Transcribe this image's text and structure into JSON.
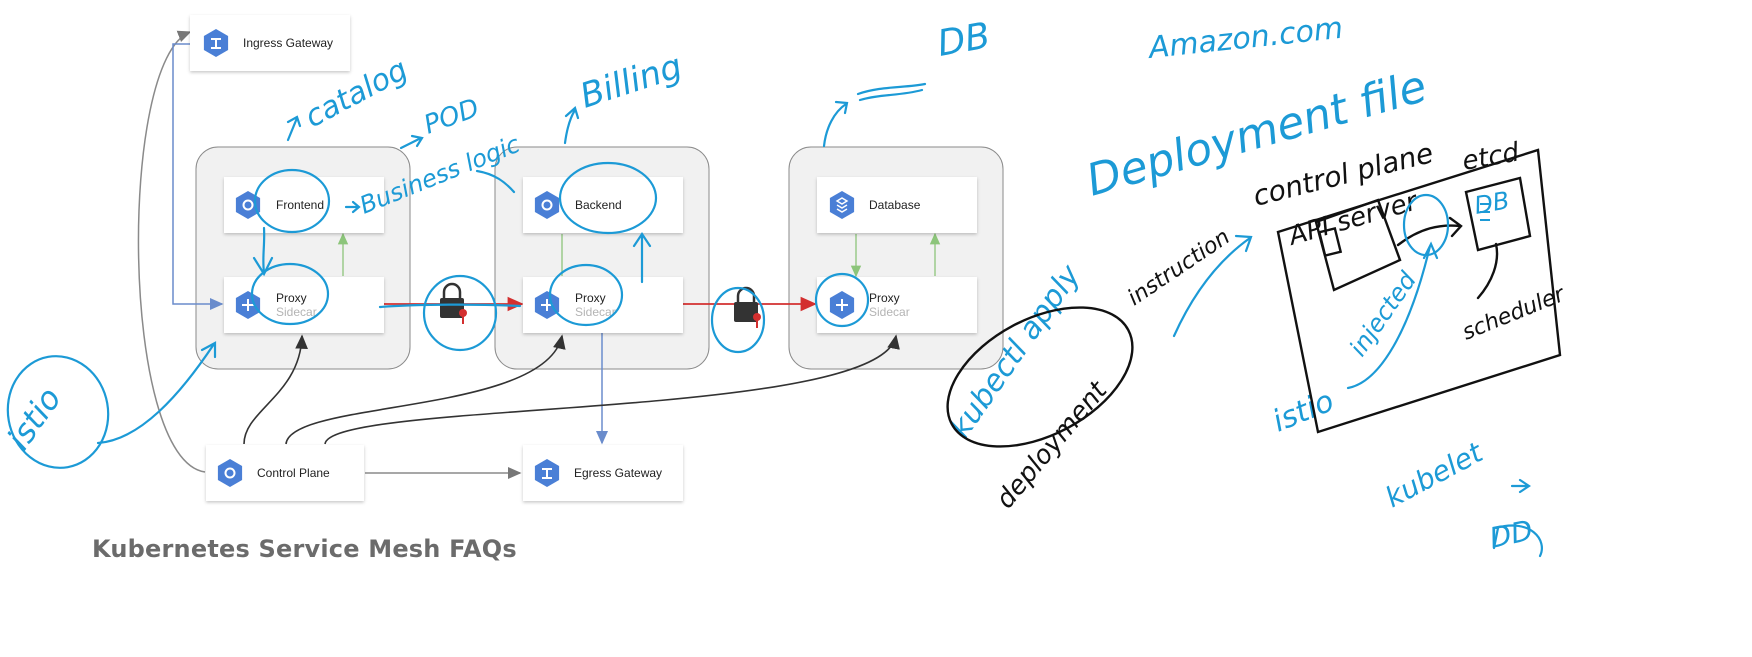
{
  "nodes": {
    "ingress_gateway": "Ingress Gateway",
    "frontend": "Frontend",
    "backend": "Backend",
    "database": "Database",
    "proxy": "Proxy",
    "sidecar": "Sidecar",
    "control_plane": "Control Plane",
    "egress_gateway": "Egress Gateway"
  },
  "annotations": {
    "catalog": "catalog",
    "pod": "POD",
    "business_logic": "Business logic",
    "billing": "Billing",
    "db": "DB",
    "istio_left": "istio",
    "amazon": "Amazon.com",
    "deployment_file": "Deployment file",
    "control_plane": "control plane",
    "etcd": "etcd",
    "api_server": "API server",
    "db_right": "DB",
    "instruction": "instruction",
    "kubectl_apply": "kubectl apply",
    "deployment": "deployment",
    "injected": "injected",
    "istio_right": "istio",
    "scheduler": "scheduler",
    "kubelet": "kubelet",
    "dd": "DD"
  },
  "footer": {
    "title": "Kubernetes Service Mesh FAQs"
  },
  "colors": {
    "annotation_blue": "#1c9ad6",
    "icon_blue": "#4a7fd6",
    "mtls_red": "#d32f2f",
    "flow_blue": "#6a8ccc",
    "health_green": "#8cc57a"
  }
}
